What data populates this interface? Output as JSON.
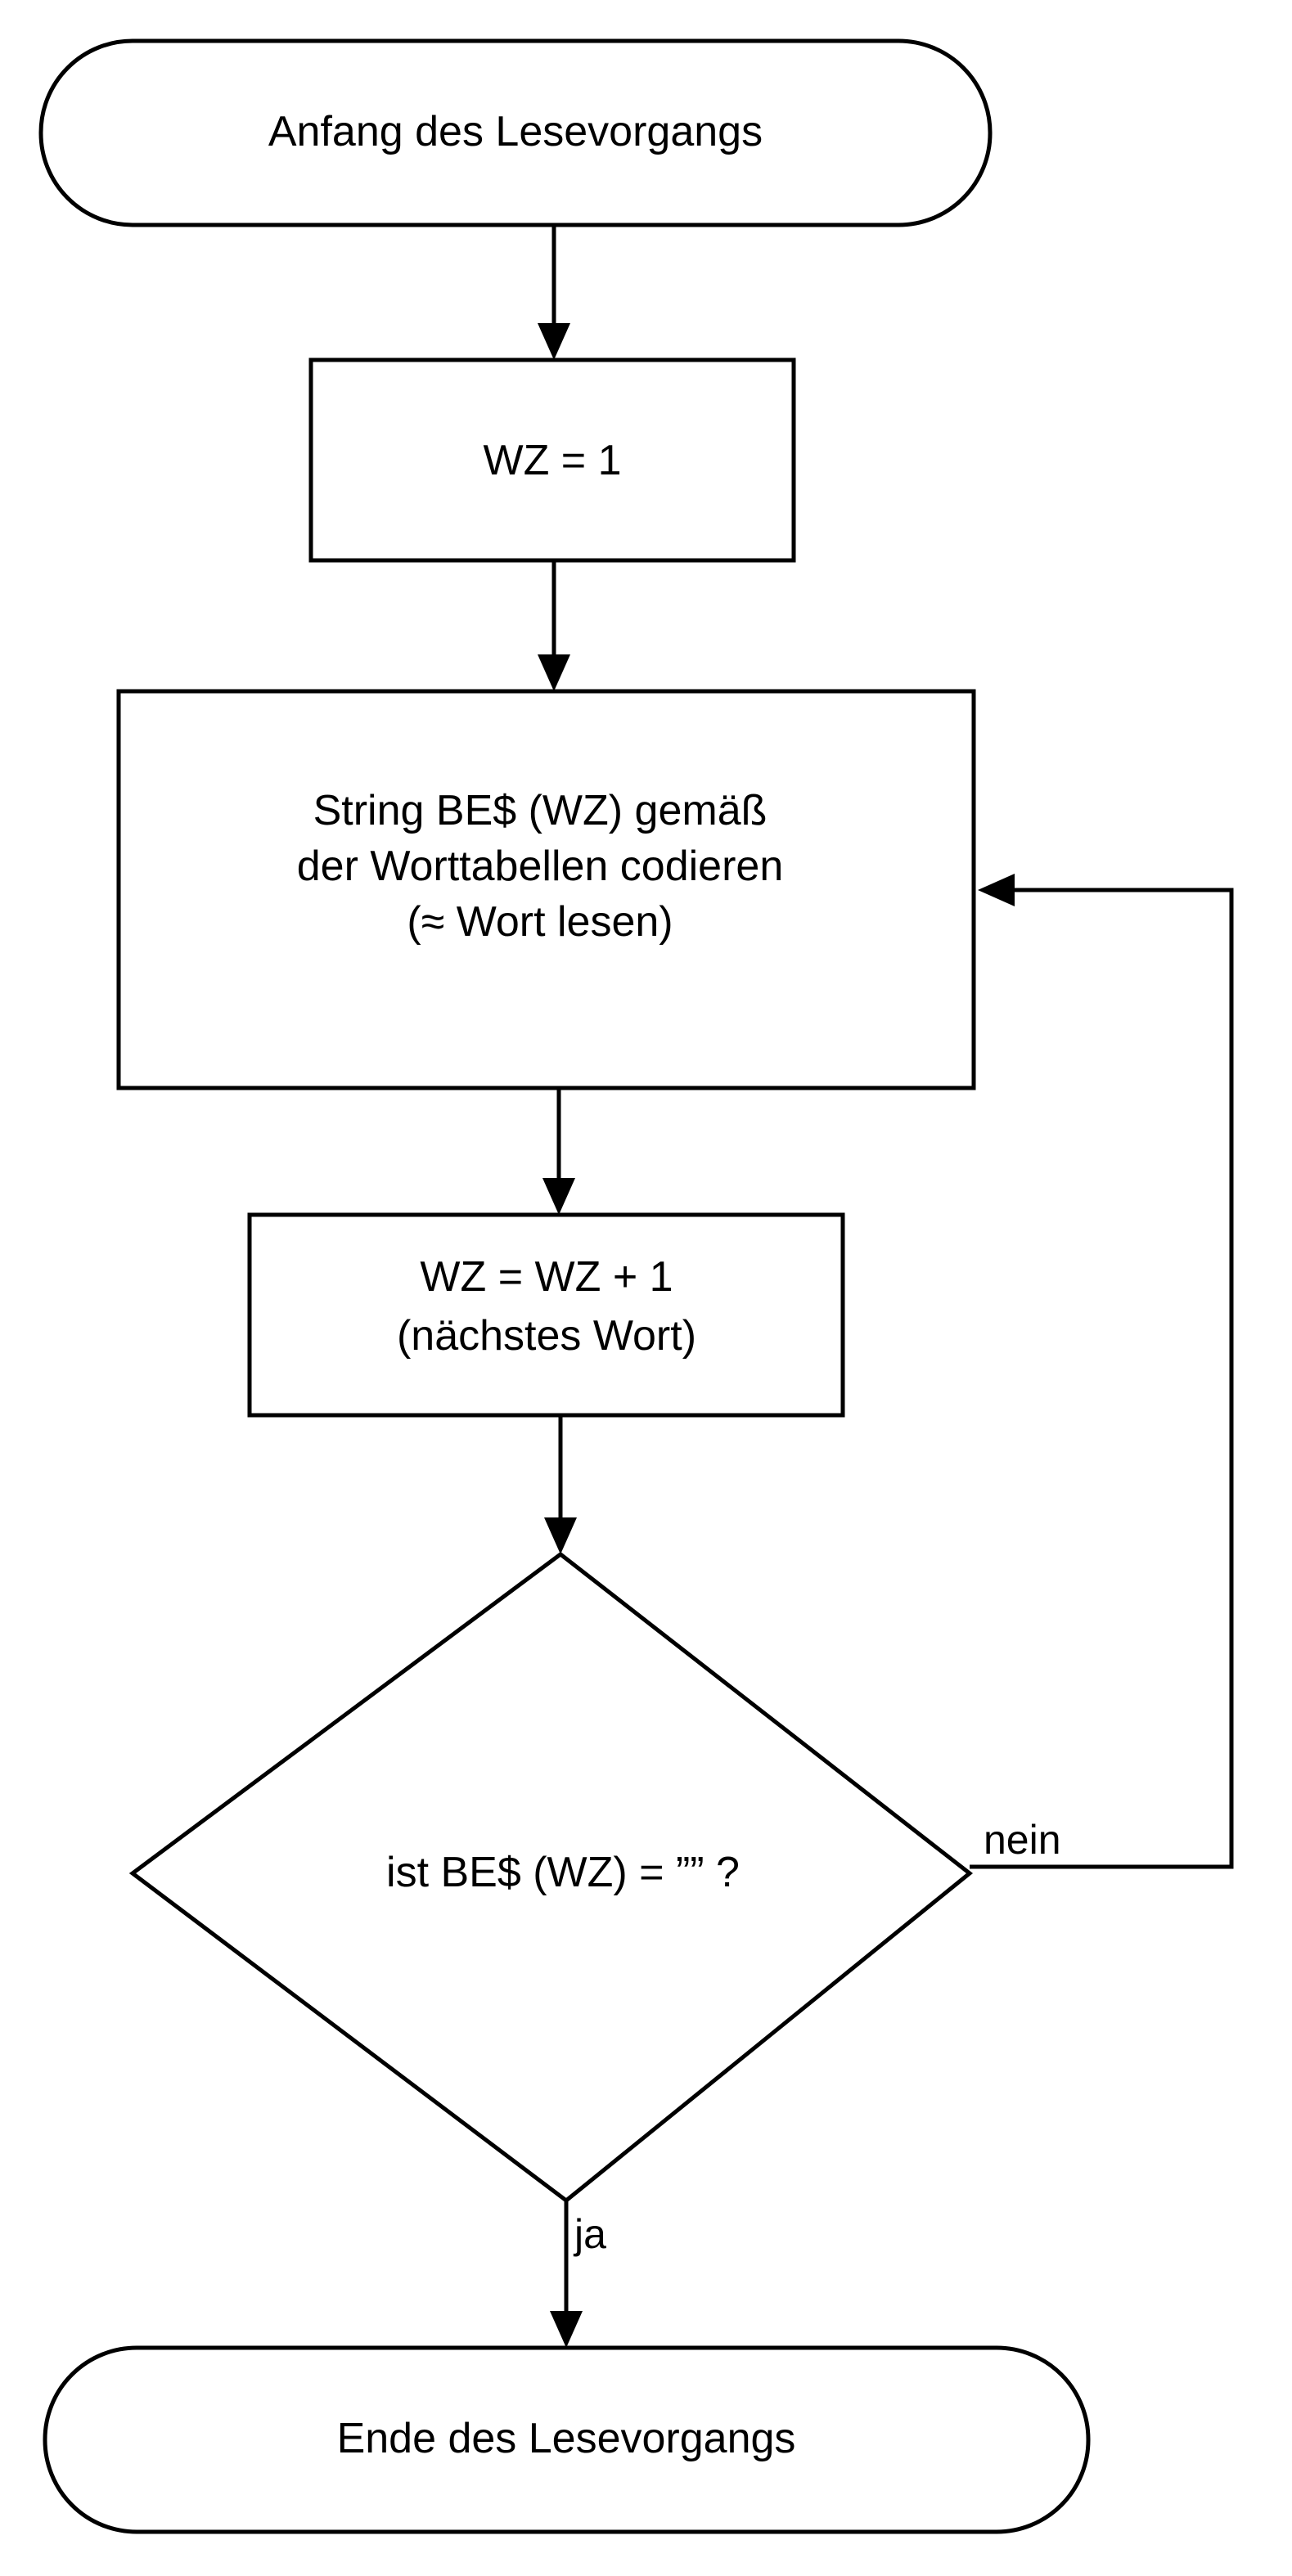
{
  "nodes": {
    "start": {
      "type": "terminal",
      "text": "Anfang des Lesevorgangs"
    },
    "init": {
      "type": "process",
      "text": "WZ = 1"
    },
    "encode": {
      "type": "process",
      "lines": [
        "String BE$ (WZ) gemäß",
        "der Worttabellen codieren",
        "(≈ Wort lesen)"
      ]
    },
    "increment": {
      "type": "process",
      "lines": [
        "WZ = WZ + 1",
        "(nächstes Wort)"
      ]
    },
    "decision": {
      "type": "decision",
      "text": "ist BE$ (WZ) = ”” ?"
    },
    "end": {
      "type": "terminal",
      "text": "Ende des Lesevorgangs"
    }
  },
  "edges": {
    "no_label": "nein",
    "yes_label": "ja"
  }
}
